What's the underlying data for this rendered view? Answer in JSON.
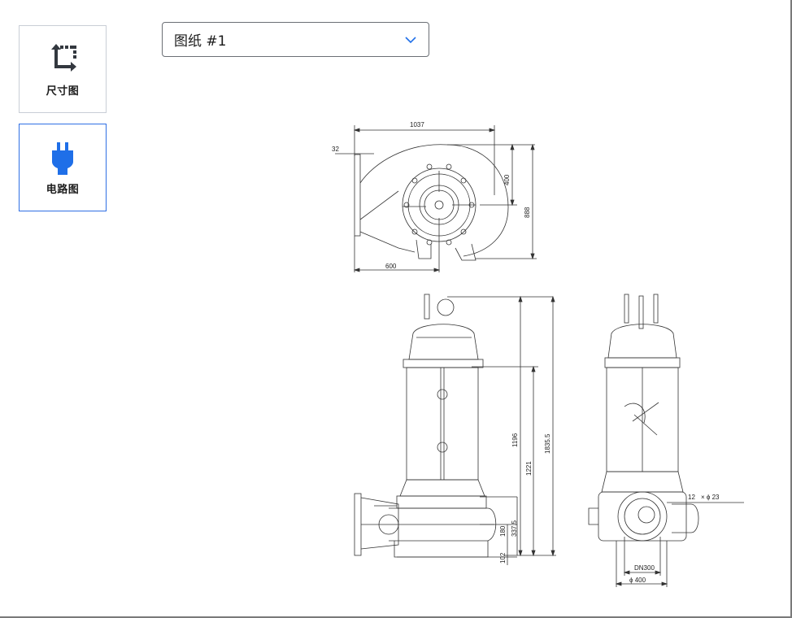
{
  "sidebar": {
    "items": [
      {
        "label": "尺寸图",
        "icon": "dimension-icon",
        "active": false
      },
      {
        "label": "电路图",
        "icon": "plug-icon",
        "active": true
      }
    ]
  },
  "drawing_select": {
    "selected": "图纸 #1",
    "icon": "chevron-down-icon"
  },
  "colors": {
    "accent": "#1f6fe8",
    "icon_dark": "#33383f",
    "border": "#c9ced6",
    "select_border": "#6b6f75"
  },
  "drawing": {
    "top_view": {
      "width_total": "1037",
      "flange_offset": "32",
      "center_offset": "600",
      "height_partial": "400",
      "height_total": "888"
    },
    "side_view": {
      "dim_1196": "1196",
      "dim_1221": "1221",
      "dim_1835_5": "1835.5",
      "dim_337_5": "337.5",
      "dim_180": "180",
      "dim_102": "102"
    },
    "front_view": {
      "holes": "12",
      "hole_dia": "× ϕ 23",
      "dn": "DN300",
      "flange_dia": "ϕ 400"
    }
  }
}
